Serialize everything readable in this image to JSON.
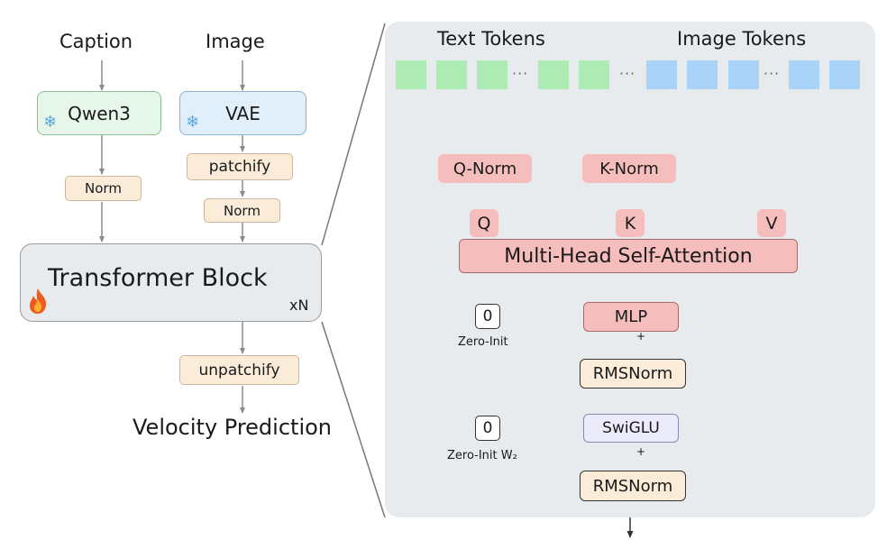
{
  "left": {
    "caption_label": "Caption",
    "image_label": "Image",
    "qwen_label": "Qwen3",
    "vae_label": "VAE",
    "patchify_label": "patchify",
    "norm_left_label": "Norm",
    "norm_right_label": "Norm",
    "transformer_label": "Transformer Block",
    "repeat_label": "xN",
    "unpatchify_label": "unpatchify",
    "output_label": "Velocity Prediction"
  },
  "right": {
    "text_tokens_label": "Text Tokens",
    "image_tokens_label": "Image Tokens",
    "dots": "···",
    "qnorm_label": "Q-Norm",
    "knorm_label": "K-Norm",
    "q_label": "Q",
    "k_label": "K",
    "v_label": "V",
    "mhsa_label": "Multi-Head Self-Attention",
    "zero_box_label": "0",
    "zero_init_label": "Zero-Init",
    "mlp_label": "MLP",
    "plus_sign": "+",
    "rmsnorm_label": "RMSNorm",
    "swiglu_label": "SwiGLU",
    "zero_init_w2_label": "Zero-Init W₂",
    "rmsnorm2_label": "RMSNorm"
  },
  "colors": {
    "panel": "#e8ebee",
    "text_token": "#aeeab4",
    "image_token": "#a9d3f7",
    "attention": "#f6bdbd",
    "peach": "#fbecd9",
    "qwen_fill": "#e6f7ea",
    "vae_fill": "#e1effb",
    "swiglu_fill": "#ecebfb"
  },
  "icons": {
    "frozen": "snowflake-icon",
    "trainable": "flame-icon"
  }
}
